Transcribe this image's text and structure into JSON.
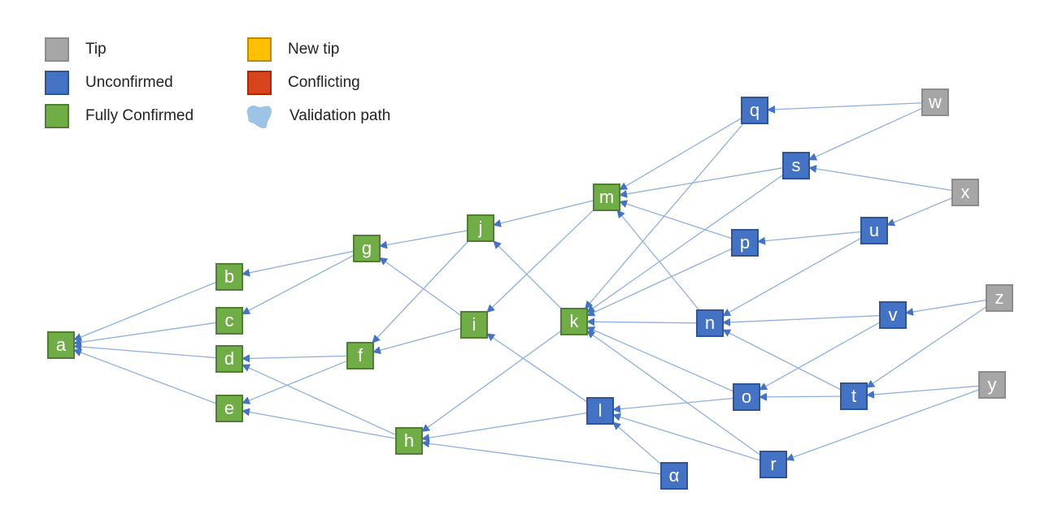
{
  "legend": [
    {
      "label": "Tip",
      "color": "#a6a6a6",
      "border": "#8c8c8c"
    },
    {
      "label": "Unconfirmed",
      "color": "#4472c4",
      "border": "#2f5597"
    },
    {
      "label": "Fully Confirmed",
      "color": "#70ad47",
      "border": "#507e32"
    },
    {
      "label": "New tip",
      "color": "#ffc000",
      "border": "#bc8c00"
    },
    {
      "label": "Conflicting",
      "color": "#d9441c",
      "border": "#a52a00"
    },
    {
      "label": "Validation path",
      "color": "#9dc3e6",
      "icon": "blob-icon"
    }
  ],
  "nodes": [
    {
      "id": "a",
      "label": "a",
      "status": "confirmed"
    },
    {
      "id": "b",
      "label": "b",
      "status": "confirmed"
    },
    {
      "id": "c",
      "label": "c",
      "status": "confirmed"
    },
    {
      "id": "d",
      "label": "d",
      "status": "confirmed"
    },
    {
      "id": "e",
      "label": "e",
      "status": "confirmed"
    },
    {
      "id": "f",
      "label": "f",
      "status": "confirmed"
    },
    {
      "id": "g",
      "label": "g",
      "status": "confirmed"
    },
    {
      "id": "h",
      "label": "h",
      "status": "confirmed"
    },
    {
      "id": "i",
      "label": "i",
      "status": "confirmed"
    },
    {
      "id": "j",
      "label": "j",
      "status": "confirmed"
    },
    {
      "id": "k",
      "label": "k",
      "status": "confirmed"
    },
    {
      "id": "m",
      "label": "m",
      "status": "confirmed"
    },
    {
      "id": "l",
      "label": "l",
      "status": "unconfirmed"
    },
    {
      "id": "n",
      "label": "n",
      "status": "unconfirmed"
    },
    {
      "id": "o",
      "label": "o",
      "status": "unconfirmed"
    },
    {
      "id": "p",
      "label": "p",
      "status": "unconfirmed"
    },
    {
      "id": "q",
      "label": "q",
      "status": "unconfirmed"
    },
    {
      "id": "r",
      "label": "r",
      "status": "unconfirmed"
    },
    {
      "id": "s",
      "label": "s",
      "status": "unconfirmed"
    },
    {
      "id": "t",
      "label": "t",
      "status": "unconfirmed"
    },
    {
      "id": "u",
      "label": "u",
      "status": "unconfirmed"
    },
    {
      "id": "v",
      "label": "v",
      "status": "unconfirmed"
    },
    {
      "id": "alpha",
      "label": "α",
      "status": "unconfirmed"
    },
    {
      "id": "w",
      "label": "w",
      "status": "tip"
    },
    {
      "id": "x",
      "label": "x",
      "status": "tip"
    },
    {
      "id": "y",
      "label": "y",
      "status": "tip"
    },
    {
      "id": "z",
      "label": "z",
      "status": "tip"
    }
  ],
  "edges": [
    [
      "b",
      "a"
    ],
    [
      "c",
      "a"
    ],
    [
      "d",
      "a"
    ],
    [
      "e",
      "a"
    ],
    [
      "g",
      "b"
    ],
    [
      "g",
      "c"
    ],
    [
      "f",
      "d"
    ],
    [
      "f",
      "e"
    ],
    [
      "h",
      "d"
    ],
    [
      "h",
      "e"
    ],
    [
      "j",
      "g"
    ],
    [
      "i",
      "g"
    ],
    [
      "j",
      "f"
    ],
    [
      "i",
      "f"
    ],
    [
      "m",
      "j"
    ],
    [
      "k",
      "j"
    ],
    [
      "m",
      "i"
    ],
    [
      "l",
      "i"
    ],
    [
      "k",
      "h"
    ],
    [
      "l",
      "h"
    ],
    [
      "alpha",
      "h"
    ],
    [
      "q",
      "m"
    ],
    [
      "s",
      "m"
    ],
    [
      "p",
      "m"
    ],
    [
      "n",
      "m"
    ],
    [
      "q",
      "k"
    ],
    [
      "s",
      "k"
    ],
    [
      "p",
      "k"
    ],
    [
      "n",
      "k"
    ],
    [
      "o",
      "k"
    ],
    [
      "r",
      "k"
    ],
    [
      "o",
      "l"
    ],
    [
      "r",
      "l"
    ],
    [
      "alpha",
      "l"
    ],
    [
      "w",
      "q"
    ],
    [
      "w",
      "s"
    ],
    [
      "x",
      "s"
    ],
    [
      "x",
      "u"
    ],
    [
      "u",
      "p"
    ],
    [
      "u",
      "n"
    ],
    [
      "t",
      "n"
    ],
    [
      "v",
      "n"
    ],
    [
      "v",
      "o"
    ],
    [
      "t",
      "o"
    ],
    [
      "z",
      "v"
    ],
    [
      "z",
      "t"
    ],
    [
      "y",
      "t"
    ],
    [
      "y",
      "r"
    ]
  ],
  "colors": {
    "edge": "#8fb0dc",
    "arrow": "#4472c4",
    "node_text": "#ffffff"
  }
}
